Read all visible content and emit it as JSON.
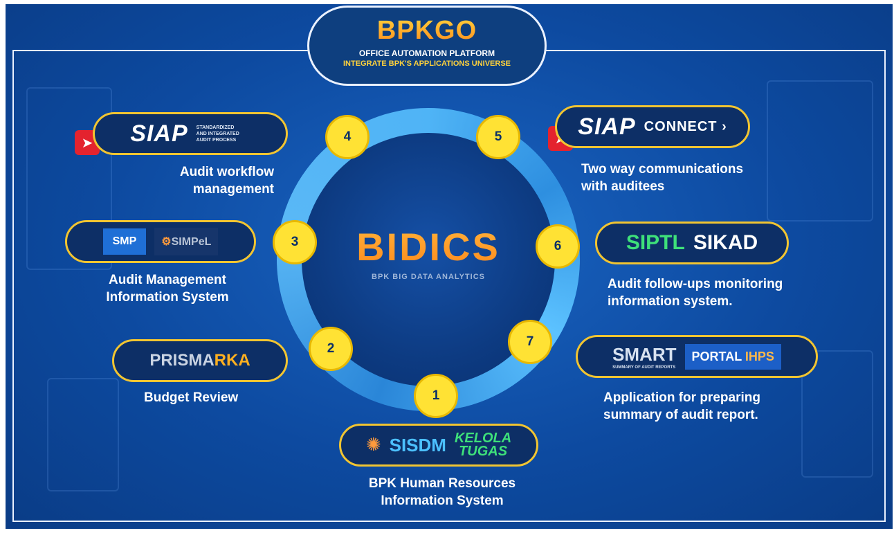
{
  "header": {
    "logo": "BPKGO",
    "subtitle": "OFFICE AUTOMATION PLATFORM",
    "tagline": "INTEGRATE BPK'S APPLICATIONS UNIVERSE"
  },
  "center": {
    "title": "BIDICS",
    "subtitle": "BPK BIG DATA ANALYTICS"
  },
  "nodes": [
    "1",
    "2",
    "3",
    "4",
    "5",
    "6",
    "7"
  ],
  "apps": {
    "siap": {
      "logo": "SIAP",
      "tagline_1": "STANDARDIZED",
      "tagline_2": "AND INTEGRATED",
      "tagline_3": "AUDIT PROCESS",
      "desc_1": "Audit workflow",
      "desc_2": "management"
    },
    "siap_connect": {
      "logo": "SIAP",
      "connect": "CONNECT ›",
      "desc_1": "Two way communications",
      "desc_2": "with auditees"
    },
    "smp": {
      "smp": "SMP",
      "simpel": "SIMPeL",
      "desc_1": "Audit Management",
      "desc_2": "Information System"
    },
    "siptl": {
      "siptl": "SIPTL",
      "sikad": "SIKAD",
      "desc_1": "Audit follow-ups monitoring",
      "desc_2": "information system."
    },
    "prisma": {
      "prisma": "PRISMA",
      "rka": "RKA",
      "desc": "Budget Review"
    },
    "smart": {
      "smart": "SMART",
      "smart_small": "SUMMARY OF AUDIT REPORTS",
      "portal": "PORTAL",
      "ihps": "IHPS",
      "desc_1": "Application for preparing",
      "desc_2": "summary of audit report."
    },
    "sisdm": {
      "sisdm": "SISDM",
      "kelola_1": "KELOLA",
      "kelola_2": "TUGAS",
      "desc_1": "BPK Human Resources",
      "desc_2": "Information System"
    }
  },
  "colors": {
    "background": "#0d4aa0",
    "accent_yellow": "#ffe234",
    "accent_orange": "#ff8a1c",
    "ring_blue": "#4fb4f6"
  },
  "icons": [
    "navigation-arrow-icon",
    "gear-ring-icon"
  ]
}
